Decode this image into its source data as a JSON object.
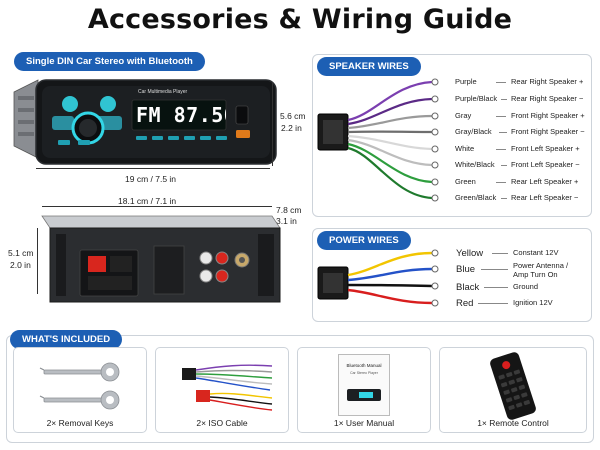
{
  "title": "Accessories & Wiring Guide",
  "stereo_section": {
    "badge": "Single DIN Car Stereo with Bluetooth",
    "faceplate_text": "Car Multimedia Player",
    "display_text": "FM 87.50",
    "dims": {
      "height_cm": "5.6 cm",
      "height_in": "2.2 in",
      "width": "19 cm / 7.5 in",
      "chassis_width": "18.1 cm / 7.1 in",
      "depth_cm": "7.8 cm",
      "depth_in": "3.1 in",
      "chassis_height_cm": "5.1 cm",
      "chassis_height_in": "2.0 in"
    }
  },
  "speaker_wires": {
    "badge": "SPEAKER WIRES",
    "wires": [
      {
        "color_name": "Purple",
        "function": "Rear Right Speaker +",
        "hex": "#7b3fb0"
      },
      {
        "color_name": "Purple/Black",
        "function": "Rear Right Speaker −",
        "hex": "#5b2a86"
      },
      {
        "color_name": "Gray",
        "function": "Front Right Speaker +",
        "hex": "#9a9a9a"
      },
      {
        "color_name": "Gray/Black",
        "function": "Front Right Speaker −",
        "hex": "#6e6e6e"
      },
      {
        "color_name": "White",
        "function": "Front Left Speaker +",
        "hex": "#d8d8d8"
      },
      {
        "color_name": "White/Black",
        "function": "Front Left Speaker −",
        "hex": "#bdbdbd"
      },
      {
        "color_name": "Green",
        "function": "Rear Left Speaker +",
        "hex": "#2e9e3e"
      },
      {
        "color_name": "Green/Black",
        "function": "Rear Left Speaker −",
        "hex": "#1f7a2d"
      }
    ]
  },
  "power_wires": {
    "badge": "POWER WIRES",
    "wires": [
      {
        "color_name": "Yellow",
        "function": "Constant 12V",
        "hex": "#f2c500"
      },
      {
        "color_name": "Blue",
        "function": "Power Antenna / Amp Turn On",
        "hex": "#2452c8"
      },
      {
        "color_name": "Black",
        "function": "Ground",
        "hex": "#111111"
      },
      {
        "color_name": "Red",
        "function": "Ignition 12V",
        "hex": "#d81e1e"
      }
    ]
  },
  "included": {
    "badge": "WHAT'S INCLUDED",
    "items": [
      {
        "label": "2× Removal Keys"
      },
      {
        "label": "2× ISO Cable"
      },
      {
        "label": "1× User Manual"
      },
      {
        "label": "1× Remote Control"
      }
    ],
    "manual_title": "Bluetooth Manual",
    "manual_subtitle": "Car Stereo Player"
  },
  "colors": {
    "accent_blue": "#1d5fb4",
    "panel_border": "#cdd3da",
    "display_cyan": "#33d6e6"
  }
}
